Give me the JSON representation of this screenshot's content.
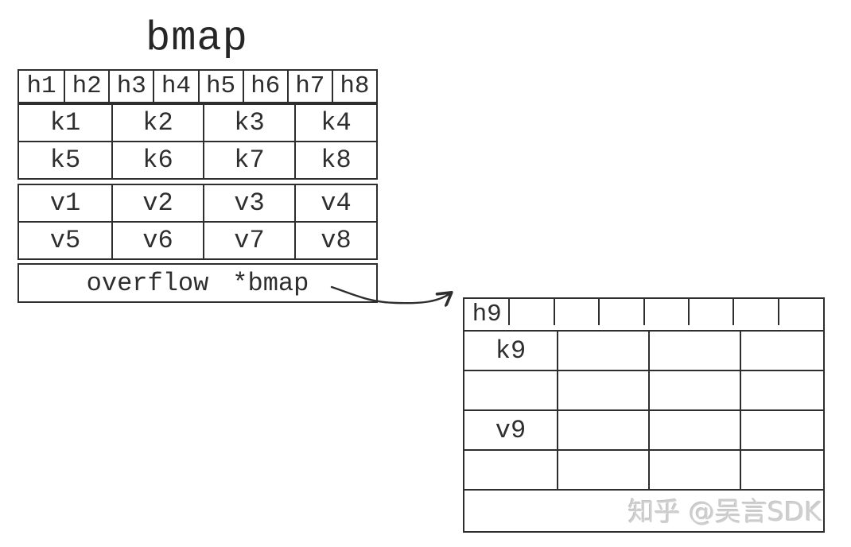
{
  "title": "bmap",
  "colors": {
    "line": "#2e2e2e",
    "text": "#2e2e2e",
    "watermark": "#cfcfcf",
    "background": "#ffffff"
  },
  "bucket": {
    "hash_cells": [
      "h1",
      "h2",
      "h3",
      "h4",
      "h5",
      "h6",
      "h7",
      "h8"
    ],
    "key_rows": [
      [
        "k1",
        "k2",
        "k3",
        "k4"
      ],
      [
        "k5",
        "k6",
        "k7",
        "k8"
      ]
    ],
    "value_rows": [
      [
        "v1",
        "v2",
        "v3",
        "v4"
      ],
      [
        "v5",
        "v6",
        "v7",
        "v8"
      ]
    ],
    "overflow_label": "overflow",
    "overflow_type": "*bmap"
  },
  "overflow_bucket": {
    "hash_cells": [
      "h9",
      "",
      "",
      "",
      "",
      "",
      "",
      ""
    ],
    "key_rows": [
      [
        "k9",
        "",
        "",
        ""
      ],
      [
        "",
        "",
        "",
        ""
      ]
    ],
    "value_rows": [
      [
        "v9",
        "",
        "",
        ""
      ],
      [
        "",
        "",
        "",
        ""
      ]
    ]
  },
  "watermark": "知乎 @吴言SDK"
}
